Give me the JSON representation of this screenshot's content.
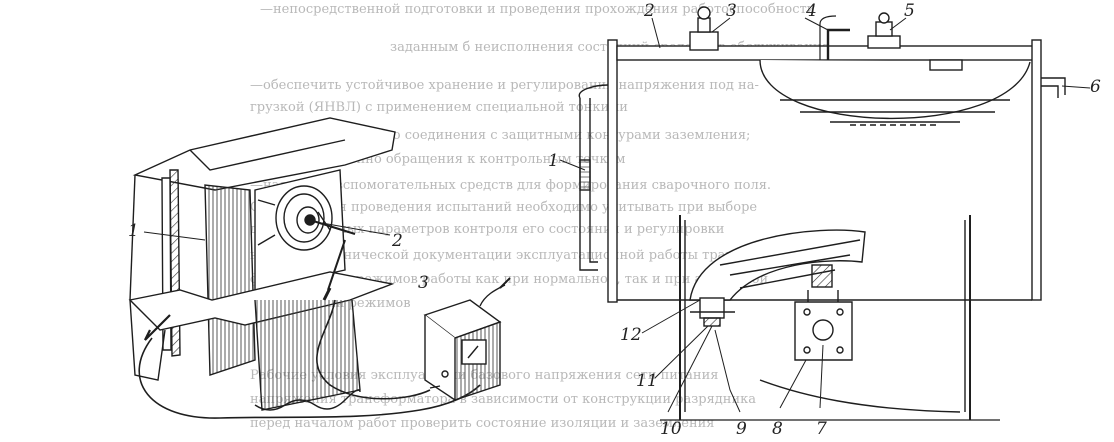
{
  "colors": {
    "ink": "#1e1e1e",
    "paper": "#ffffff",
    "ghost_text": "#b8b8b8"
  },
  "labels": {
    "l1": "1",
    "l2": "2",
    "l3": "3",
    "l4": "4",
    "l5": "5",
    "l6": "6",
    "l7": "7",
    "l8": "8",
    "l9": "9",
    "l10": "10",
    "l11": "11",
    "l12": "12",
    "left_1": "1",
    "left_2": "2",
    "left_3": "3"
  },
  "ghost_lines": [
    "—непосредственной подготовки и проведения прохождения работоспособности",
    "заданным б неисполнения состояний средства в обслуживания",
    "—обеспечить устойчивое хранение и регулирования напряжения под на-",
    "грузкой (ЯНВЛ) с применением специальной тонкими",
    "—наличие надежного соединения с защитными контурами заземления;",
    "—непосредственно обращения к контрольным точкам",
    "—наличием вспомогательных средств для формирования сварочного поля.",
    "Однако время проведения испытаний необходимо учитывать при выборе",
    "дополнительных параметров контроля его состояния и регулировки",
    "на основе технической документации эксплуатационной работы трансформатора",
    "формирования режимов работы как при нормальной, так и при аварийной",
    "подключении режимов",
    "Рабочие условия эксплуатации базового напряжения сети питания",
    "напряжения трансформатора в зависимости от конструкции разрядника",
    "перед началом работ проверить состояние изоляции и заземления"
  ]
}
